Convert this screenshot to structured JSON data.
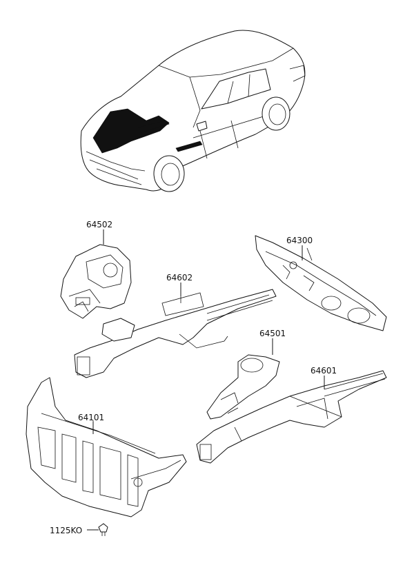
{
  "diagram": {
    "part_labels": [
      {
        "id": "p64502",
        "code": "64502"
      },
      {
        "id": "p64300",
        "code": "64300"
      },
      {
        "id": "p64602",
        "code": "64602"
      },
      {
        "id": "p64501",
        "code": "64501"
      },
      {
        "id": "p64601",
        "code": "64601"
      },
      {
        "id": "p64101",
        "code": "64101"
      },
      {
        "id": "p1125KO",
        "code": "1125KO"
      }
    ]
  }
}
